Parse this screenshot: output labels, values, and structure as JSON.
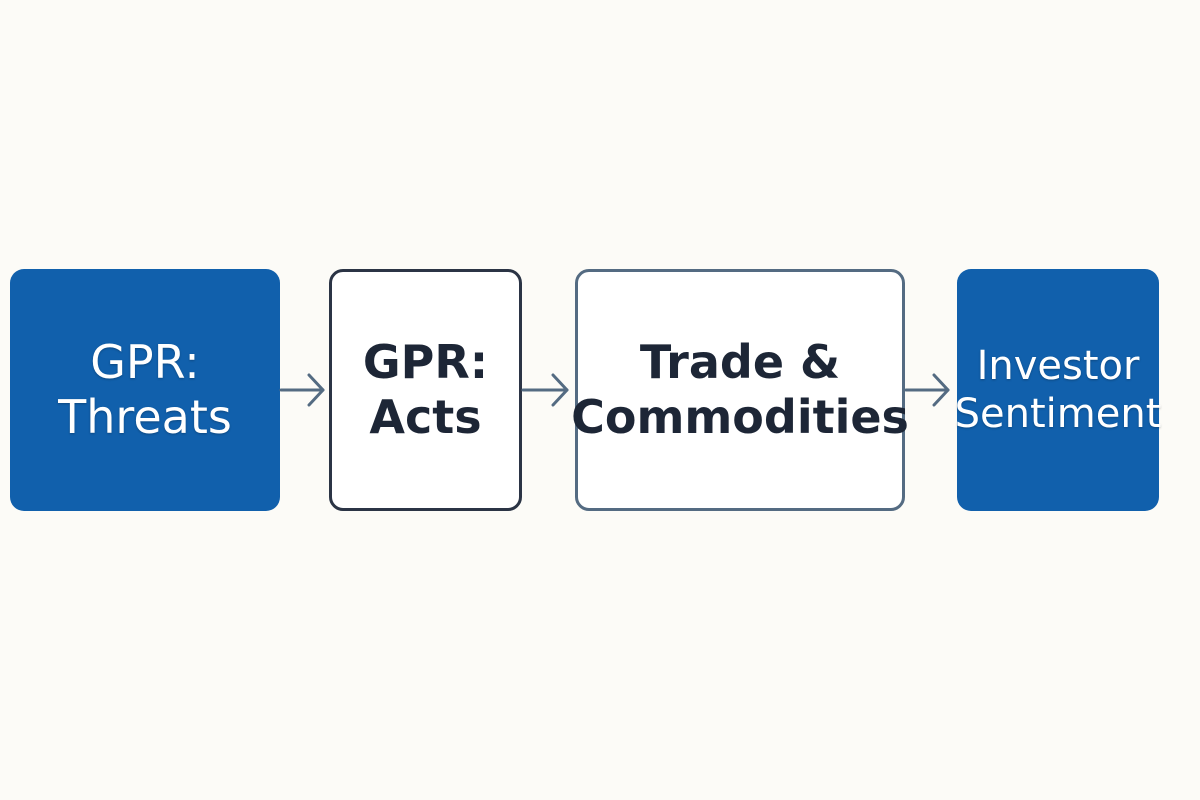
{
  "nodes": [
    {
      "lines": [
        "GPR:",
        "Threats"
      ],
      "style": "filled"
    },
    {
      "lines": [
        "GPR:",
        "Acts"
      ],
      "style": "outlined"
    },
    {
      "lines": [
        "Trade &",
        "Commodities"
      ],
      "style": "outlined-slate"
    },
    {
      "lines": [
        "Investor",
        "Sentiment"
      ],
      "style": "filled"
    }
  ],
  "colors": {
    "background": "#fcfbf7",
    "filled_box": "#1160ac",
    "dark_border": "#2b3445",
    "slate_border": "#546b82",
    "arrow": "#546b82",
    "dark_text": "#1d2636"
  }
}
